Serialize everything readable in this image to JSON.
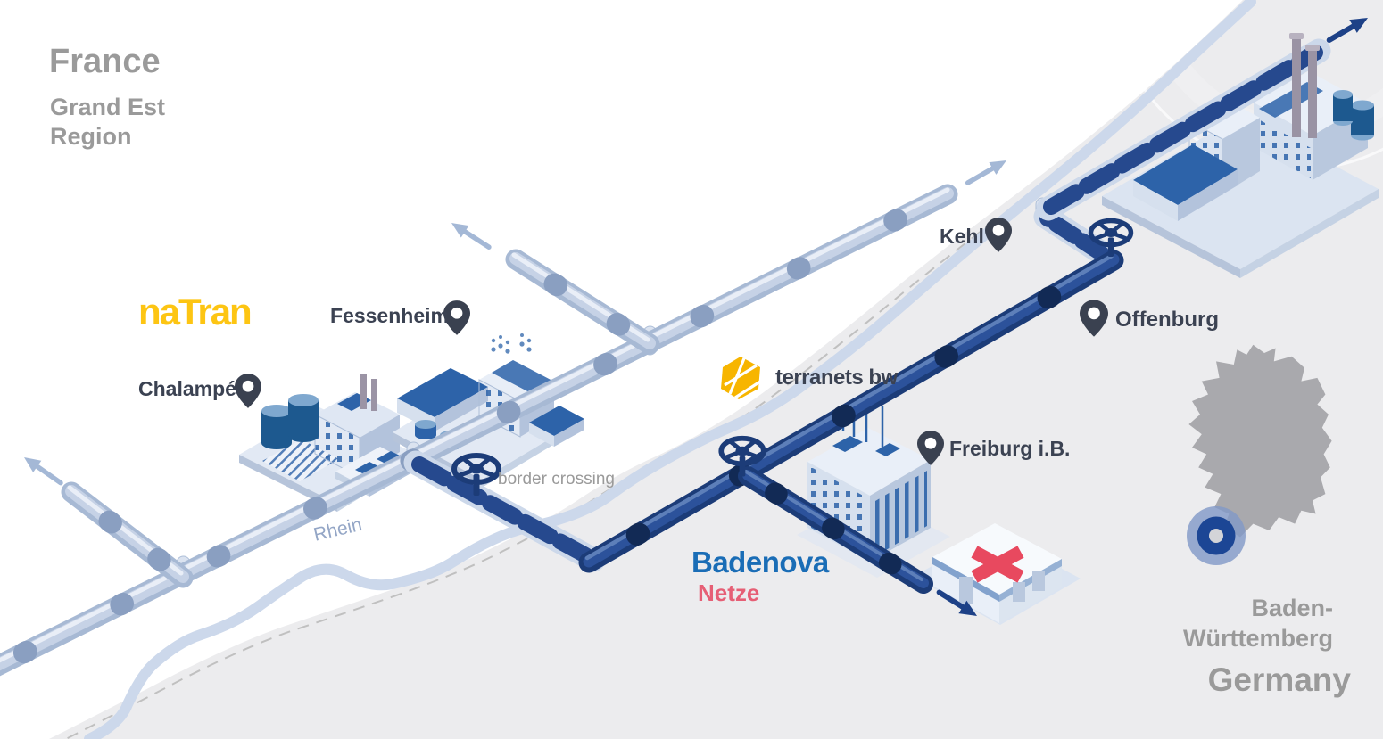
{
  "regions": {
    "france_title": "France",
    "france_subtitle": "Grand Est\nRegion",
    "germany_state": "Baden-\nWürttemberg",
    "germany_title": "Germany"
  },
  "locations": {
    "chalampe": "Chalampé",
    "fessenheim": "Fessenheim",
    "kehl": "Kehl",
    "offenburg": "Offenburg",
    "freiburg": "Freiburg i.B."
  },
  "annotations": {
    "border_crossing": "border crossing",
    "river": "Rhein"
  },
  "logos": {
    "natran": "naTran",
    "terranets": "terranets bw",
    "badenova": "Badenova",
    "badenova_sub": "Netze"
  },
  "icons": [
    "location-pin-icon",
    "valve-wheel-icon",
    "flow-arrow-icon",
    "terranets-hexagon-icon",
    "germany-map-silhouette",
    "baden-wuerttemberg-marker-icon",
    "factory-illustration",
    "hospital-illustration"
  ],
  "colors": {
    "pipe_dark": "#1c3c78",
    "pipe_light": "#a7b9d4",
    "pipe_sleeve": "#ccd8ea",
    "region_gray": "#ececee",
    "river_blue": "#ccd8eb",
    "accent_yellow": "#fdc513",
    "terranets_yellow": "#f7b500",
    "badenova_blue": "#1a6db6",
    "badenova_red": "#e65f75",
    "pin_dark": "#3a4150",
    "text_gray": "#9a9a9a",
    "text_dark": "#3b4252",
    "building_blue": "#2d63a9"
  }
}
